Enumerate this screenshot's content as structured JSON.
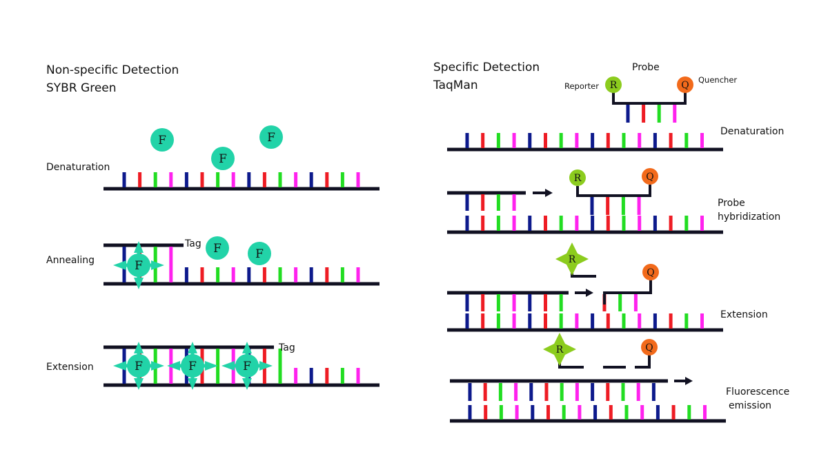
{
  "left_panel": {
    "title_line1": "Non-specific Detection",
    "title_line2": "SYBR Green",
    "stages": {
      "denaturation": "Denaturation",
      "annealing": "Annealing",
      "extension": "Extension"
    },
    "tag_label": "Tag",
    "dye_letter": "F"
  },
  "right_panel": {
    "title_line1": "Specific Detection",
    "title_line2": "TaqMan",
    "probe_label": "Probe",
    "reporter_label": "Reporter",
    "quencher_label": "Quencher",
    "reporter_letter": "R",
    "quencher_letter": "Q",
    "stages": {
      "denaturation": "Denaturation",
      "probe_hybridization_line1": "Probe",
      "probe_hybridization_line2": "hybridization",
      "extension": "Extension",
      "fluorescence_line1": "Fluorescence",
      "fluorescence_line2": "emission"
    }
  },
  "colors": {
    "strand": "#111122",
    "base_blue": "#0d1a8c",
    "base_red": "#ee1c24",
    "base_green": "#22dd22",
    "base_magenta": "#ff22ee",
    "dye": "#22d3a8",
    "reporter": "#8ccc1e",
    "quencher": "#f26a1b",
    "arrow": "#111122"
  },
  "base_pattern": [
    "blue",
    "red",
    "green",
    "magenta",
    "blue",
    "red",
    "green",
    "magenta",
    "blue",
    "red",
    "green",
    "magenta",
    "blue",
    "red",
    "green",
    "magenta"
  ]
}
